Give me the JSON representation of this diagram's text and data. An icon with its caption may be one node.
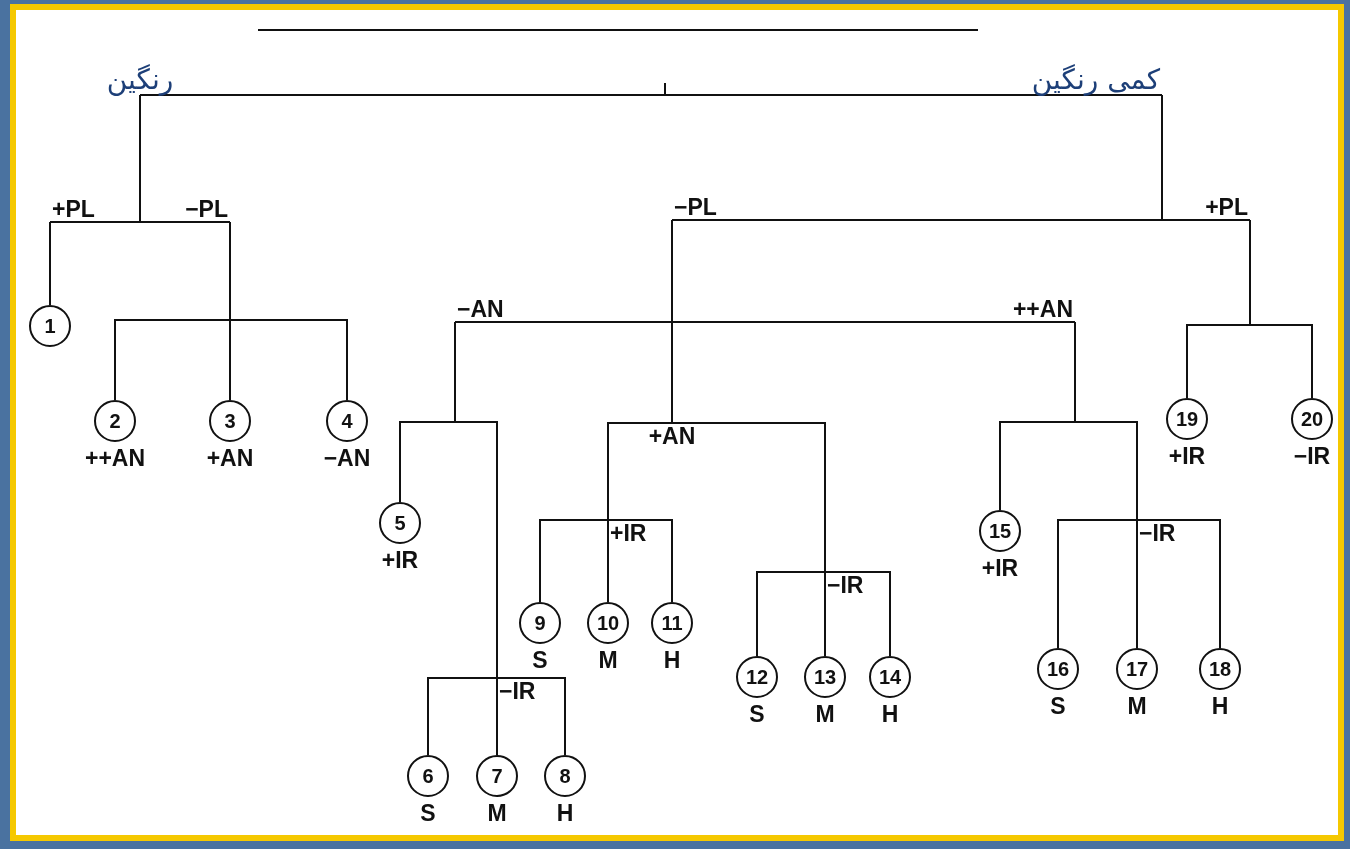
{
  "diagram": {
    "nodes": [
      {
        "text": [
          "رنگین"
        ]
      },
      {
        "text": [
          "کمی رنگین"
        ]
      },
      {
        "text": [
          "+PL"
        ]
      },
      {
        "text": [
          "−PL"
        ]
      },
      {
        "text": [
          "−PL"
        ]
      },
      {
        "text": [
          "+PL"
        ]
      },
      {
        "text": [
          "1"
        ]
      },
      {
        "text": [
          "2"
        ],
        "beside": [
          "++AN"
        ]
      },
      {
        "text": [
          "3"
        ],
        "beside": [
          "+AN"
        ]
      },
      {
        "text": [
          "4"
        ],
        "beside": [
          "−AN"
        ]
      },
      {
        "text": [
          "−AN"
        ]
      },
      {
        "text": [
          "++AN"
        ]
      },
      {
        "text": [
          "+AN"
        ]
      },
      {
        "text": [
          "19"
        ],
        "beside": [
          "+IR"
        ]
      },
      {
        "text": [
          "20"
        ],
        "beside": [
          "−IR"
        ]
      },
      {
        "text": [
          "5"
        ],
        "beside": [
          "+IR"
        ]
      },
      {
        "text": [
          "−IR"
        ]
      },
      {
        "text": [
          "+IR"
        ]
      },
      {
        "text": [
          "−IR"
        ]
      },
      {
        "text": [
          "15"
        ],
        "beside": [
          "+IR"
        ]
      },
      {
        "text": [
          "−IR"
        ]
      },
      {
        "text": [
          "6"
        ],
        "beside": [
          "S"
        ]
      },
      {
        "text": [
          "7"
        ],
        "beside": [
          "M"
        ]
      },
      {
        "text": [
          "8"
        ],
        "beside": [
          "H"
        ]
      },
      {
        "text": [
          "9"
        ],
        "beside": [
          "S"
        ]
      },
      {
        "text": [
          "10"
        ],
        "beside": [
          "M"
        ]
      },
      {
        "text": [
          "11"
        ],
        "beside": [
          "H"
        ]
      },
      {
        "text": [
          "12"
        ],
        "beside": [
          "S"
        ]
      },
      {
        "text": [
          "13"
        ],
        "beside": [
          "M"
        ]
      },
      {
        "text": [
          "14"
        ],
        "beside": [
          "H"
        ]
      },
      {
        "text": [
          "16"
        ],
        "beside": [
          "S"
        ]
      },
      {
        "text": [
          "17"
        ],
        "beside": [
          "M"
        ]
      },
      {
        "text": [
          "18"
        ],
        "beside": [
          "H"
        ]
      }
    ],
    "edges": [
      {
        "from": 0,
        "to": 1,
        "arrow": "none"
      },
      {
        "from": 0,
        "to": 2,
        "arrow": "none"
      },
      {
        "from": 0,
        "to": 3,
        "arrow": "none"
      },
      {
        "from": 2,
        "to": 6,
        "arrow": "none"
      },
      {
        "from": 3,
        "to": 7,
        "arrow": "none"
      },
      {
        "from": 3,
        "to": 8,
        "arrow": "none"
      },
      {
        "from": 3,
        "to": 9,
        "arrow": "none"
      },
      {
        "from": 1,
        "to": 4,
        "arrow": "none"
      },
      {
        "from": 1,
        "to": 5,
        "arrow": "none"
      },
      {
        "from": 5,
        "to": 13,
        "arrow": "none"
      },
      {
        "from": 5,
        "to": 14,
        "arrow": "none"
      },
      {
        "from": 4,
        "to": 10,
        "arrow": "none"
      },
      {
        "from": 4,
        "to": 11,
        "arrow": "none"
      },
      {
        "from": 4,
        "to": 12,
        "arrow": "none"
      },
      {
        "from": 10,
        "to": 15,
        "arrow": "none"
      },
      {
        "from": 10,
        "to": 16,
        "arrow": "none"
      },
      {
        "from": 16,
        "to": 21,
        "arrow": "none"
      },
      {
        "from": 16,
        "to": 22,
        "arrow": "none"
      },
      {
        "from": 16,
        "to": 23,
        "arrow": "none"
      },
      {
        "from": 12,
        "to": 17,
        "arrow": "none"
      },
      {
        "from": 12,
        "to": 18,
        "arrow": "none"
      },
      {
        "from": 17,
        "to": 24,
        "arrow": "none"
      },
      {
        "from": 17,
        "to": 25,
        "arrow": "none"
      },
      {
        "from": 17,
        "to": 26,
        "arrow": "none"
      },
      {
        "from": 18,
        "to": 27,
        "arrow": "none"
      },
      {
        "from": 18,
        "to": 28,
        "arrow": "none"
      },
      {
        "from": 18,
        "to": 29,
        "arrow": "none"
      },
      {
        "from": 11,
        "to": 19,
        "arrow": "none"
      },
      {
        "from": 11,
        "to": 20,
        "arrow": "none"
      },
      {
        "from": 20,
        "to": 30,
        "arrow": "none"
      },
      {
        "from": 20,
        "to": 31,
        "arrow": "none"
      },
      {
        "from": 20,
        "to": 32,
        "arrow": "none"
      }
    ]
  }
}
